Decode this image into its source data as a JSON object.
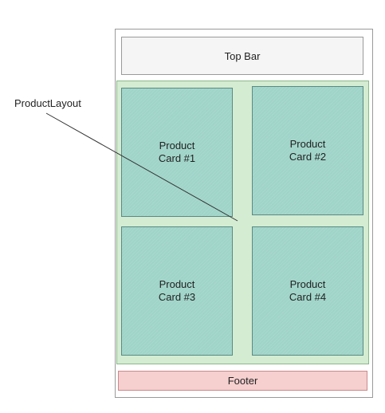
{
  "diagram": {
    "callout_label": "ProductLayout",
    "top_bar": "Top Bar",
    "cards": [
      {
        "line1": "Product",
        "line2": "Card #1"
      },
      {
        "line1": "Product",
        "line2": "Card #2"
      },
      {
        "line1": "Product",
        "line2": "Card #3"
      },
      {
        "line1": "Product",
        "line2": "Card #4"
      }
    ],
    "footer": "Footer"
  }
}
